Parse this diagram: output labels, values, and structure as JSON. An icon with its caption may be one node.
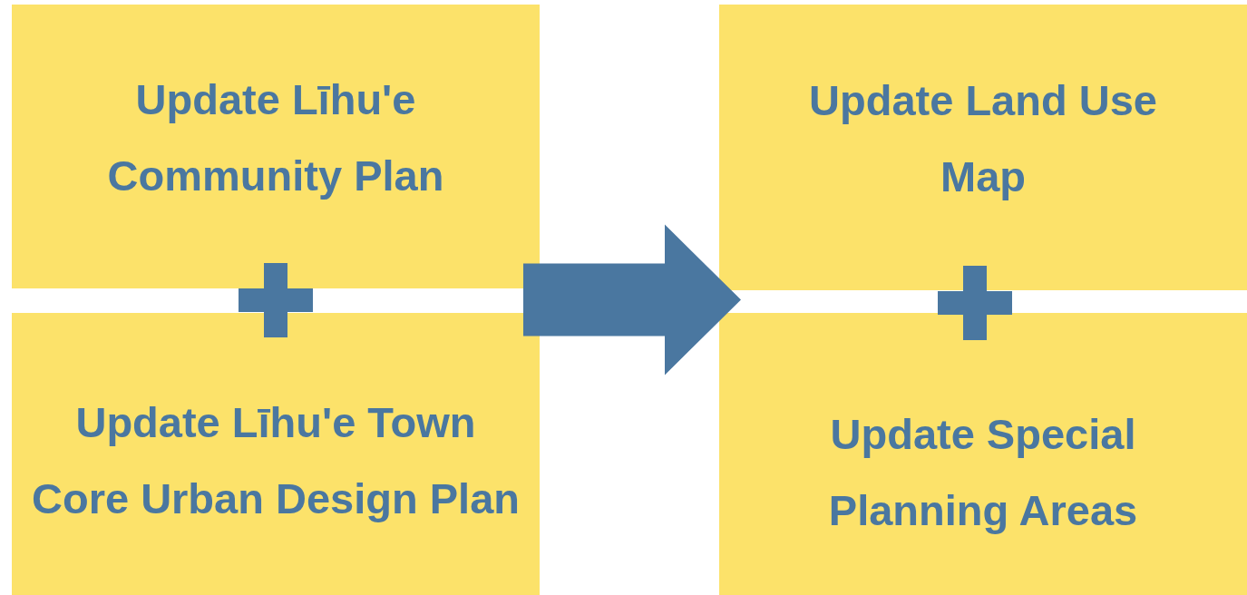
{
  "diagram": {
    "nodes": [
      {
        "text": [
          "Update Līhu'e Community Plan"
        ]
      },
      {
        "text": [
          "Update Līhu'e Town Core Urban Design Plan"
        ]
      },
      {
        "text": [
          "Update Land Use Map"
        ]
      },
      {
        "text": [
          "Update Special Planning Areas"
        ]
      }
    ],
    "edges": [
      {
        "from": 0,
        "to": 2,
        "arrow": "to",
        "style": "thick"
      },
      {
        "from": 0,
        "to": 3,
        "arrow": "to",
        "style": "thick"
      },
      {
        "from": 1,
        "to": 2,
        "arrow": "to",
        "style": "thick"
      },
      {
        "from": 1,
        "to": 3,
        "arrow": "to",
        "style": "thick"
      }
    ]
  }
}
